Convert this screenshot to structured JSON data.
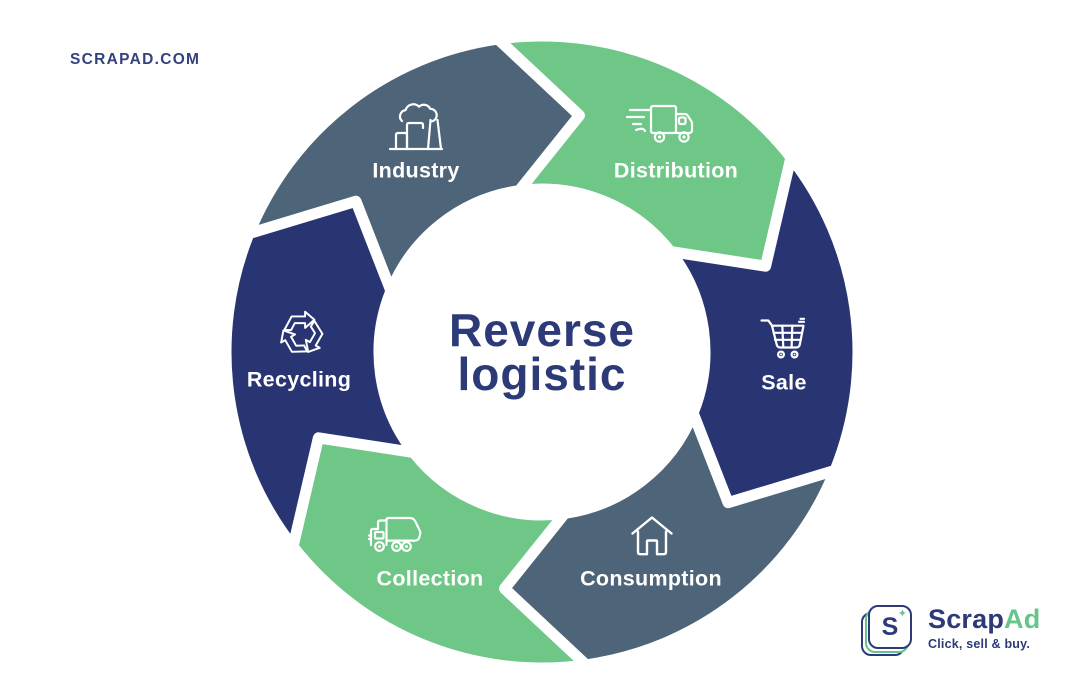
{
  "site_url": "SCRAPAD.COM",
  "title": {
    "line1": "Reverse",
    "line2": "logistic"
  },
  "colors": {
    "slate": "#4e6478",
    "green": "#6ec687",
    "navy": "#293572",
    "title_navy": "#2d3a78",
    "logo_navy": "#2c3a7a",
    "logo_green": "#66c48c",
    "label_white": "#ffffff"
  },
  "cycle": {
    "segments": [
      {
        "label": "Industry",
        "color": "#4e6478",
        "icon": "factory-icon"
      },
      {
        "label": "Distribution",
        "color": "#6ec687",
        "icon": "delivery-truck-icon"
      },
      {
        "label": "Sale",
        "color": "#293572",
        "icon": "shopping-cart-icon"
      },
      {
        "label": "Consumption",
        "color": "#4e6478",
        "icon": "house-icon"
      },
      {
        "label": "Collection",
        "color": "#6ec687",
        "icon": "garbage-truck-icon"
      },
      {
        "label": "Recycling",
        "color": "#293572",
        "icon": "recycle-icon"
      }
    ]
  },
  "logo": {
    "name_part1": "Scrap",
    "name_part2": "Ad",
    "tagline": "Click, sell & buy.",
    "mark_letter": "S",
    "sparkle": "✦"
  }
}
